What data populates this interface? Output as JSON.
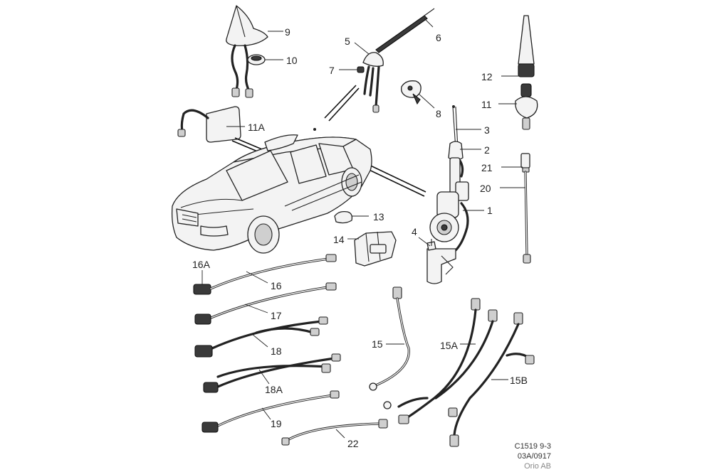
{
  "labels": {
    "c1": "1",
    "c2": "2",
    "c3": "3",
    "c4": "4",
    "c5": "5",
    "c6": "6",
    "c7": "7",
    "c8": "8",
    "c9": "9",
    "c10": "10",
    "c11": "11",
    "c11a": "11A",
    "c12": "12",
    "c13": "13",
    "c14": "14",
    "c15": "15",
    "c15a": "15A",
    "c15b": "15B",
    "c16": "16",
    "c16a": "16A",
    "c17": "17",
    "c18": "18",
    "c18a": "18A",
    "c19": "19",
    "c20": "20",
    "c21": "21",
    "c22": "22"
  },
  "footer": {
    "code": "C1519 9-3",
    "date": "03A/0917",
    "credit": "Orio AB"
  }
}
